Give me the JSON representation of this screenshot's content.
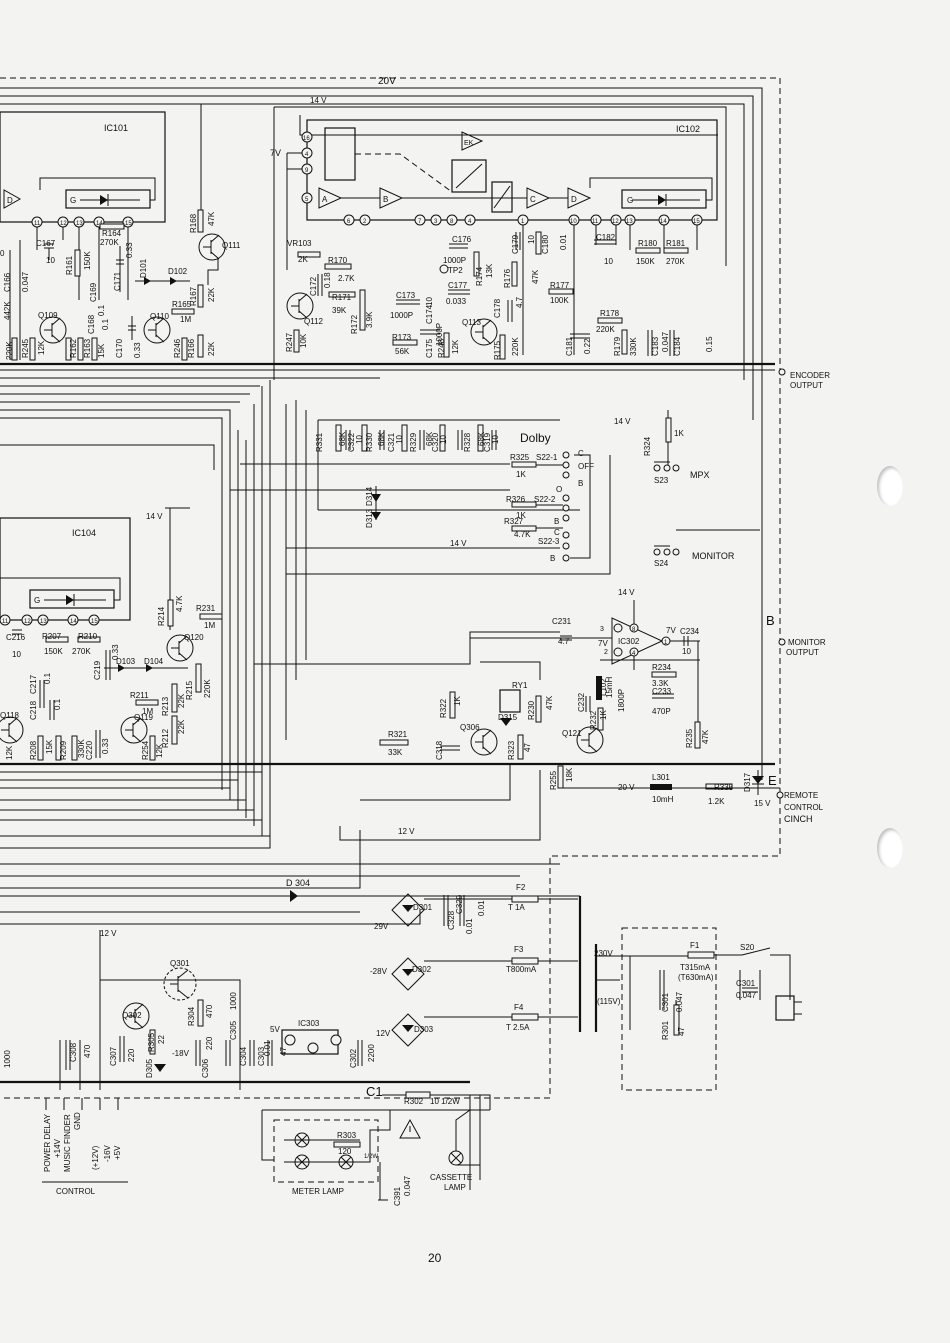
{
  "page": {
    "number": "20"
  },
  "rails": {
    "v20": "20V",
    "v14_top": "14 V",
    "v14_mid": "14 V",
    "v14_right": "14 V",
    "v14_dolby": "14 V",
    "v14_s22": "14 V",
    "v12": "12 V",
    "v12_low": "12 V",
    "v20_low": "20 V",
    "v15": "15 V",
    "v7": "7V",
    "v7b": "7V",
    "v7c": "7V"
  },
  "ics": [
    {
      "name": "IC101"
    },
    {
      "name": "IC102"
    },
    {
      "name": "IC104"
    },
    {
      "name": "IC302"
    },
    {
      "name": "IC303"
    }
  ],
  "ic_pins": {
    "ic101": [
      "11",
      "12",
      "13",
      "14",
      "15"
    ],
    "ic102_left": [
      "16",
      "4",
      "9",
      "5",
      "6",
      "2",
      "7",
      "3",
      "8",
      "4",
      "1",
      "10",
      "11",
      "12",
      "13",
      "14",
      "15"
    ],
    "ic104": [
      "11",
      "12",
      "13",
      "14",
      "15"
    ],
    "ic302": [
      "3",
      "8",
      "2",
      "4",
      "1"
    ]
  },
  "blocks": {
    "g": "G",
    "d": "D",
    "a": "A",
    "b": "B",
    "c": "C",
    "ek": "EK"
  },
  "left_components": {
    "c167": "C167",
    "c167v": "10",
    "r164": "R164",
    "r164v": "270K",
    "c171": "C171",
    "c171v": "0.33",
    "r161": "R161",
    "r161v": "150K",
    "c166": "C166",
    "c166v": "0.047",
    "v442k": "442K",
    "c169": "C169",
    "c169v": "0.1",
    "c168": "C168",
    "c168v": "0.1",
    "q109": "Q109",
    "q110": "Q110",
    "q111": "Q111",
    "d101": "D101",
    "d102": "D102",
    "r165": "R165",
    "r165v": "1M",
    "r167": "R167",
    "r167v": "22K",
    "r168": "R168",
    "r168v": "47K",
    "r245": "R245",
    "r245v": "12K",
    "r162": "R162",
    "r162v": "1.5K",
    "r163": "R163",
    "r163v": "15K",
    "c170": "C170",
    "c170v": "0.33",
    "r246": "R246",
    "r246v": "12K",
    "r166": "R166",
    "r166v": "22K",
    "v220k": "220K",
    "v0": "0"
  },
  "mid_components": {
    "vr103": "VR103",
    "vr103v": "2K",
    "r170": "R170",
    "r170v": "2.7K",
    "c172": "C172",
    "c172v": "0.18",
    "r171": "R171",
    "r171v": "39K",
    "r172": "R172",
    "r172v": "3.9K",
    "q112": "Q112",
    "r247": "R247",
    "r247v": "10K",
    "c176": "C176",
    "c176v": "1000P",
    "tp2": "TP2",
    "c177": "C177",
    "c177v": "0.033",
    "r174": "R174",
    "r174v": "13K",
    "c173": "C173",
    "c173v": "1000P",
    "c174": "C174",
    "c174v": "10",
    "c175": "C175",
    "c175v": "1000P",
    "r173": "R173",
    "r173v": "56K",
    "r248": "R248",
    "r248v": "12K",
    "q113": "Q113",
    "c178": "C178",
    "c178v": "4.7",
    "r175": "R175",
    "r175v": "220K",
    "c179": "C179",
    "c179v": "10",
    "c180": "C180",
    "c180v": "0.01",
    "r176": "R176",
    "r176v": "47K",
    "r177": "R177",
    "r177v": "100K",
    "c181": "C181",
    "c181v": "0.22",
    "c182": "C182",
    "c182v": "10",
    "r180": "R180",
    "r180v": "150K",
    "r181": "R181",
    "r181v": "270K",
    "r178": "R178",
    "r178v": "220K",
    "r179": "R179",
    "r179v": "330K",
    "c183": "C183",
    "c183v": "0.047",
    "c184": "C184",
    "c184v": "0.15"
  },
  "outputs": {
    "encoder": "ENCODER",
    "encoder2": "OUTPUT",
    "monitor": "MONITOR",
    "monitor2": "OUTPUT",
    "remote": "REMOTE",
    "remote2": "CONTROL",
    "remote3": "CINCH",
    "b": "B",
    "e": "E"
  },
  "dolby": {
    "title": "Dolby",
    "r331": "R331",
    "r331v": "68K",
    "c322": "C322",
    "c322v": "10",
    "r330": "R330",
    "r330v": "10",
    "c321": "C321",
    "r329": "R329",
    "c320": "C320",
    "r328": "R328",
    "c319": "C319",
    "v68k": "68K",
    "v10": "10",
    "r325": "R325",
    "r325v": "1K",
    "r326": "R326",
    "r326v": "1K",
    "r327": "R327",
    "r327v": "4.7K",
    "s22_1": "S22-1",
    "s22_2": "S22-2",
    "s22_3": "S22-3",
    "c": "C",
    "off": "OFF",
    "b": "B",
    "o": "O",
    "d313": "D313",
    "d314": "D314"
  },
  "switches": {
    "r324": "R324",
    "r324v": "1K",
    "s23": "S23",
    "mpx": "MPX",
    "s24": "S24",
    "monitor": "MONITOR"
  },
  "ic104_section": {
    "c216": "C216",
    "c216v": "10",
    "r207": "R207",
    "r207v": "150K",
    "r210": "R210",
    "r210v": "270K",
    "r231": "R231",
    "r231v": "1M",
    "r214": "R214",
    "r214v": "4.7K",
    "q120": "Q120",
    "c219": "C219",
    "c219v": "0.33",
    "d103": "D103",
    "d104": "D104",
    "r215": "R215",
    "r215v": "220K",
    "c217": "C217",
    "c217v": "0.1",
    "c218": "C218",
    "c218v": "0.1",
    "q118": "Q118",
    "q119": "Q119",
    "r211": "R211",
    "r211v": "1M",
    "r213": "R213",
    "r213v": "22K",
    "r212": "R212",
    "r212v": "22K",
    "r208": "R208",
    "r208v": "15K",
    "r209": "R209",
    "r209v": "330K",
    "c220": "C220",
    "c220v": "0.33",
    "r254": "R254",
    "r254v": "12K",
    "v12k": "12K"
  },
  "monitor_section": {
    "c231": "C231",
    "c231v": "4.7",
    "c234": "C234",
    "c234v": "10",
    "r234": "R234",
    "r234v": "3.3K",
    "c233": "C233",
    "c233v": "470P",
    "l102": "L102",
    "l102v": "15mH",
    "c232": "C232",
    "c232v": "1800P",
    "r232": "R232",
    "r232v": "1K",
    "q121": "Q121",
    "r235": "R235",
    "r235v": "47K",
    "ry1": "RY1",
    "r322": "R322",
    "r322v": "1K",
    "q306": "Q306",
    "d315": "D315",
    "r230": "R230",
    "r230v": "47K",
    "r321": "R321",
    "r321v": "33K",
    "c318": "C318",
    "r323": "R323",
    "r323v": "47",
    "r255": "R255",
    "r255v": "18K",
    "l301": "L301",
    "l301v": "10mH",
    "r335": "R335",
    "r335v": "1.2K",
    "d317": "D317"
  },
  "power": {
    "d304": "D 304",
    "d301": "D301",
    "d302": "D302",
    "d303": "D303",
    "v29": "29V",
    "v28": "-28V",
    "v12": "12V",
    "v5": "5V",
    "v18": "-18V",
    "c328": "C328",
    "c329": "C329",
    "v001": "0.01",
    "f2": "F2",
    "f2v": "T  1A",
    "f3": "F3",
    "f3v": "T800mA",
    "f4": "F4",
    "f4v": "T  2.5A",
    "f1": "F1",
    "f1v": "T315mA",
    "f1v2": "(T630mA)",
    "v230": "230V",
    "v115": "(115V)",
    "s20": "S20",
    "c301": "C301",
    "c301v": "0.047",
    "c301b": "C301",
    "c301bv": "0.047",
    "r301": "R301",
    "r301v": "47",
    "q301": "Q301",
    "q302": "Q302",
    "c307": "C307",
    "c307v": "220",
    "r305": "R305",
    "r305v": "22",
    "d305": "D305",
    "r304": "R304",
    "r304v": "470",
    "c306": "C306",
    "c306v": "220",
    "c305": "C305",
    "c305v": "1000",
    "c304": "C304",
    "c303": "C303",
    "c303v": "0.01",
    "c303v2": "47",
    "ic303": "IC303",
    "c302": "C302",
    "c302v": "2200",
    "c308": "C308",
    "c308v": "470",
    "v1000": "1000",
    "c1": "C1",
    "r302": "R302",
    "r302v": "10 1/2W",
    "r303": "R303",
    "r303v": "120",
    "r303w": "1/2W",
    "meter_lamp": "METER LAMP",
    "cassette_lamp": "CASSETTE",
    "cassette_lamp2": "LAMP",
    "c391": "C391",
    "c391v": "0.047"
  },
  "control": {
    "title": "CONTROL",
    "labels": [
      "POWER DELAY",
      "+14V",
      "MUSIC FINDER",
      "GND",
      "(+12V)",
      "-16V",
      "+5V"
    ]
  },
  "colors": {
    "ink": "#111111",
    "paper": "#f3f3f1"
  }
}
